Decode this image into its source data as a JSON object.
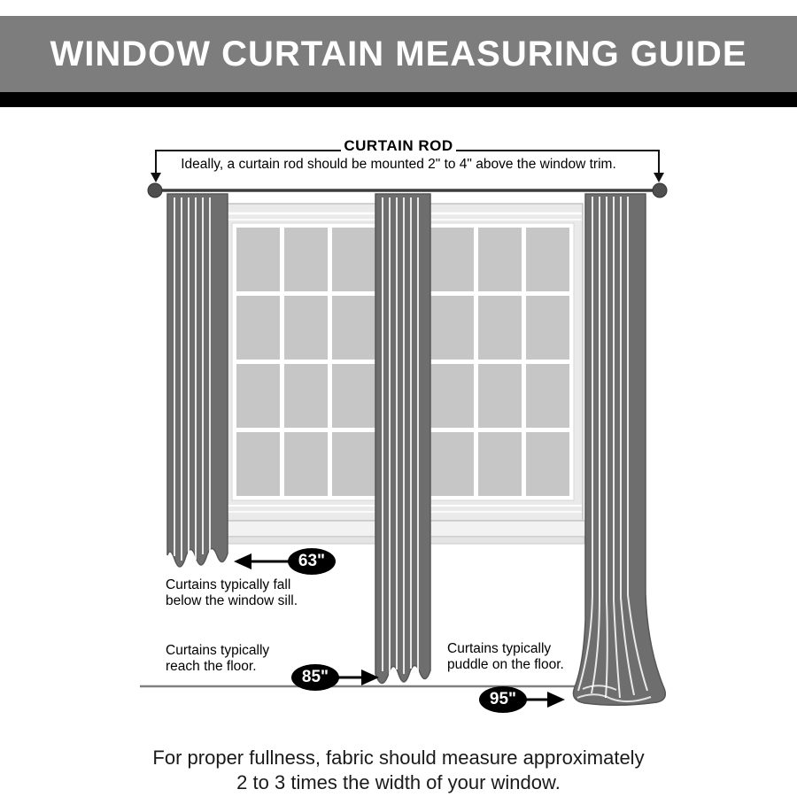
{
  "header": {
    "title": "WINDOW CURTAIN MEASURING GUIDE",
    "bg_color": "#7d7d7d",
    "bar_color": "#000000"
  },
  "rod": {
    "label": "CURTAIN ROD",
    "note": "Ideally, a curtain rod should be mounted 2\" to 4\" above the window trim."
  },
  "measurements": {
    "sill": {
      "value": "63\"",
      "caption_line1": "Curtains typically fall",
      "caption_line2": "below the window sill."
    },
    "floor": {
      "value": "85\"",
      "caption_line1": "Curtains typically",
      "caption_line2": "reach the floor."
    },
    "puddle": {
      "value": "95\"",
      "caption_line1": "Curtains typically",
      "caption_line2": "puddle on the floor."
    }
  },
  "footer": {
    "line1": "For proper fullness, fabric should measure approximately",
    "line2": "2 to 3 times the width of your window."
  },
  "colors": {
    "curtain": "#6e6e6e",
    "curtain_fold": "#ffffff",
    "window_pane": "#c6c6c6",
    "window_frame": "#eaeaea",
    "badge": "#000000",
    "rod": "#3d3d3d"
  }
}
